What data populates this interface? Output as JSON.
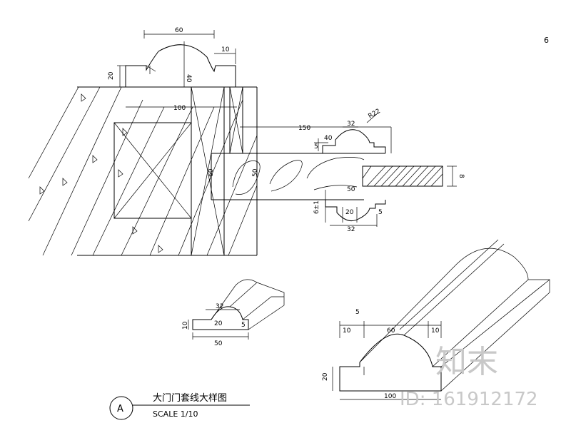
{
  "dimensions": {
    "top_width_60": "60",
    "top_height_40": "40",
    "top_right_10": "10",
    "left_20": "20",
    "base_100": "100",
    "mid_150": "150",
    "mid_32": "32",
    "mid_r22": "R22",
    "mid_40": "40",
    "mid_5": "5",
    "vert_50": "50",
    "vert_60": "60",
    "right_8": "8",
    "lower_50": "50",
    "lower_20": "20",
    "lower_5": "5",
    "lower_32": "32",
    "lower_61": "6±1",
    "small_32": "32",
    "small_20": "20",
    "small_50": "50",
    "small_10": "10",
    "small_5": "5",
    "big_10a": "10",
    "big_60": "60",
    "big_10b": "10",
    "big_20": "20",
    "big_100": "100",
    "big_5": "5"
  },
  "labels": {
    "section_mark": "A",
    "title": "大门门套线大样图",
    "scale": "SCALE 1/10",
    "corner_glyph": "6"
  },
  "watermark": {
    "brand": "知末",
    "id_text": "ID: 161912172"
  }
}
